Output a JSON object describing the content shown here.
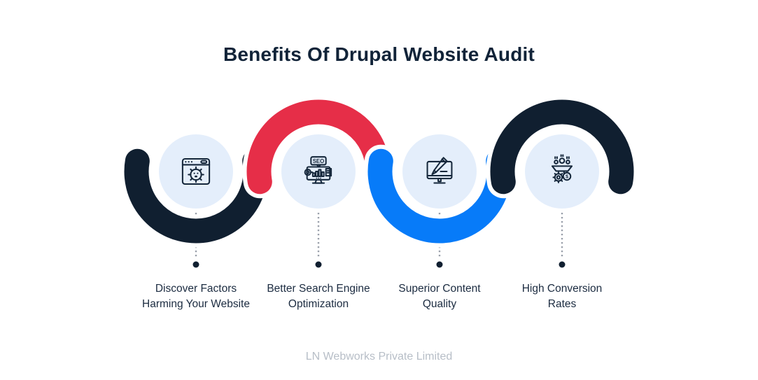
{
  "title": "Benefits Of Drupal Website Audit",
  "footer": "LN Webworks Private Limited",
  "colors": {
    "dark": "#101F30",
    "red": "#E62E48",
    "blue": "#077BF9",
    "icon_circle_bg": "#E4EEFB",
    "icon_stroke": "#15273B",
    "title_color": "#112338",
    "label_color": "#1B2B40",
    "footer_color": "#B7BEC7",
    "dotted_line": "#9AA0AA",
    "dot": "#101F30",
    "background": "#FFFFFF"
  },
  "items": [
    {
      "icon": "browser-malware-icon",
      "label_line1": "Discover Factors",
      "label_line2": "Harming Your Website"
    },
    {
      "icon": "seo-monitor-icon",
      "icon_text": "SEO",
      "label_line1": "Better Search Engine",
      "label_line2": "Optimization"
    },
    {
      "icon": "monitor-pencil-icon",
      "label_line1": "Superior Content",
      "label_line2": "Quality"
    },
    {
      "icon": "conversion-funnel-icon",
      "icon_text": "$",
      "label_line1": "High Conversion",
      "label_line2": "Rates"
    }
  ]
}
